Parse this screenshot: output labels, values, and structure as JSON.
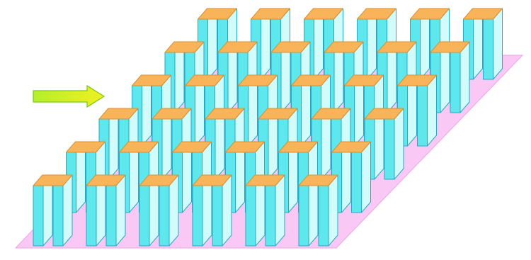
{
  "diagram": {
    "grid_rows": 6,
    "grid_cols": 6,
    "unit_shape": "arch-shaped block (two vertical walls with top slab)",
    "arrow": {
      "direction": "right"
    }
  },
  "colors": {
    "background": "#ffffff",
    "base_plate": "#f9c8f5",
    "base_plate_edge": "#eba6e6",
    "top_slab": "#f9b45a",
    "top_slab_edge": "#d9902e",
    "wall_front": "#5ee8ee",
    "wall_side": "#d2fcfc",
    "wall_edge": "#2ba9c4",
    "arrow_fill_start": "#b5ef2c",
    "arrow_fill_end": "#f0f020",
    "arrow_stroke": "#7bc617"
  }
}
